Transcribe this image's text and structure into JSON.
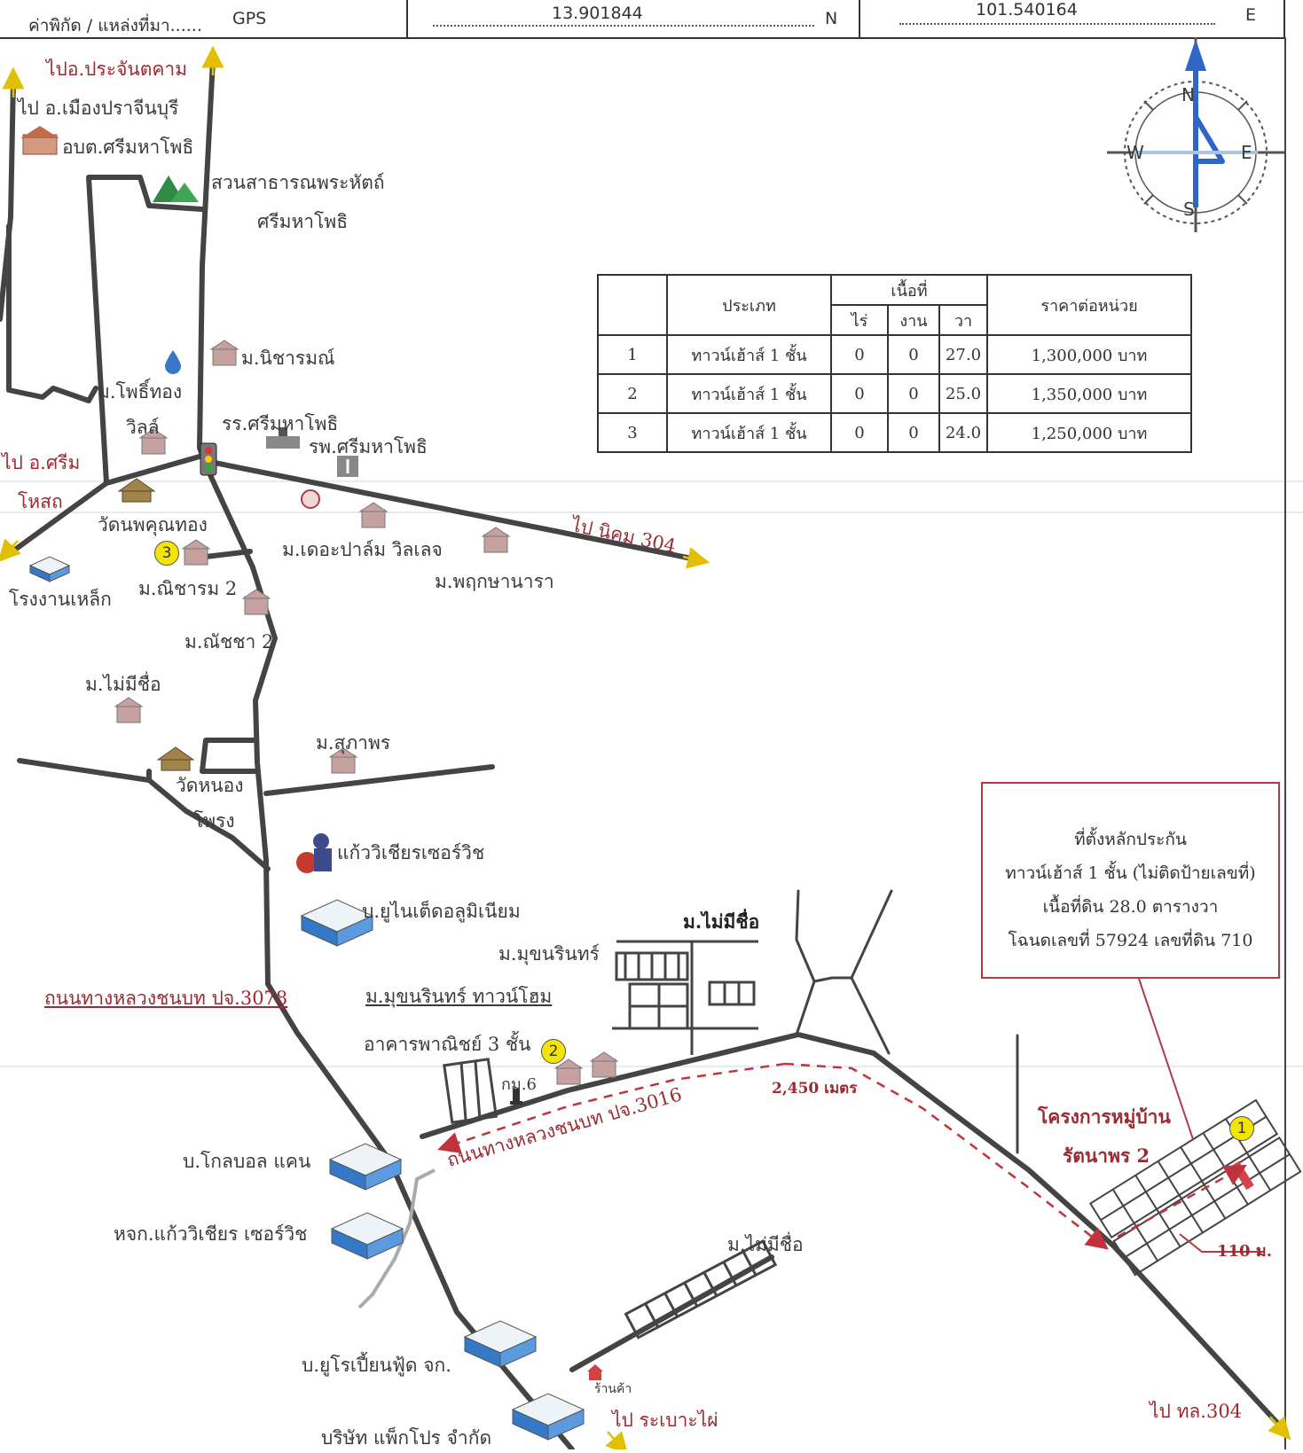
{
  "header": {
    "coord_label": "ค่าพิกัด / แหล่งที่มา......",
    "coord_source": "GPS",
    "lat": "13.901844",
    "lat_suffix": "N",
    "lon": "101.540164",
    "lon_suffix": "E"
  },
  "compass": {
    "n": "N",
    "s": "S",
    "e": "E",
    "w": "W"
  },
  "table": {
    "col_type": "ประเภท",
    "col_area": "เนื้อที่",
    "col_rai": "ไร่",
    "col_ngan": "งาน",
    "col_wa": "วา",
    "col_price": "ราคาต่อหน่วย",
    "rows": [
      {
        "no": "1",
        "type": "ทาวน์เฮ้าส์ 1 ชั้น",
        "rai": "0",
        "ngan": "0",
        "wa": "27.0",
        "price": "1,300,000 บาท"
      },
      {
        "no": "2",
        "type": "ทาวน์เฮ้าส์ 1 ชั้น",
        "rai": "0",
        "ngan": "0",
        "wa": "25.0",
        "price": "1,350,000 บาท"
      },
      {
        "no": "3",
        "type": "ทาวน์เฮ้าส์ 1 ชั้น",
        "rai": "0",
        "ngan": "0",
        "wa": "24.0",
        "price": "1,250,000 บาท"
      }
    ]
  },
  "collateral_box": {
    "line1": "ที่ตั้งหลักประกัน",
    "line2": "ทาวน์เฮ้าส์ 1 ชั้น (ไม่ติดป้ายเลขที่)",
    "line3": "เนื้อที่ดิน 28.0 ตารางวา",
    "line4": "โฉนดเลขที่ 57924 เลขที่ดิน 710"
  },
  "markers": {
    "m1": "1",
    "m2": "2",
    "m3": "3"
  },
  "distances": {
    "d1": "2,450 เมตร",
    "d2": "110 ม."
  },
  "labels": {
    "to_prachantakham": "ไปอ.ประจันตคาม",
    "to_mueang_prachin": "ไป อ.เมืองปราจีนบุรี",
    "obt": "อบต.ศรีมหาโพธิ",
    "park1": "สวนสาธารณพระหัตถ์",
    "park2": "ศรีมหาโพธิ",
    "nicharom": "ม.นิชารมณ์",
    "phothong": "ม.โพธิ์ทอง",
    "villa": "วิลล์",
    "school": "รร.ศรีมหาโพธิ",
    "hospital": "รพ.ศรีมหาโพธิ",
    "to_si_1": "ไป อ.ศรีม",
    "to_si_2": "โหสถ",
    "wat_khun": "วัดนพคุณทอง",
    "to_nikom": "ไป นิคม 304",
    "palm": "ม.เดอะปาล์ม วิลเลจ",
    "phruksa": "ม.พฤกษานารา",
    "steel": "โรงงานเหล็ก",
    "nicharom2": "ม.ณิชารม 2",
    "natcha2": "ม.ณัชชา 2",
    "mai_mi_1": "ม.ไม่มีชื่อ",
    "supaporn": "ม.สุภาพร",
    "wat_nong1": "วัดหนอง",
    "wat_nong2": "โพรง",
    "kaew_switch": "แก้ววิเชียรเซอร์วิช",
    "united_alu": "บ.ยูไนเต็ดอลูมิเนียม",
    "mai_mi_2": "ม.ไม่มีชื่อ",
    "mukarin": "ม.มุขนรินทร์",
    "road_3078": "ถนนทางหลวงชนบท ปจ.3078",
    "mukarin_th": "ม.มุขนรินทร์ ทาวน์โฮม",
    "commercial": "อาคารพาณิชย์ 3 ชั้น",
    "km6": "กม.6",
    "road_3016": "ถนนทางหลวงชนบท ปจ.3016",
    "project1": "โครงการหมู่บ้าน",
    "project2": "รัตนาพร 2",
    "global_can": "บ.โกลบอล แคน",
    "kaew_ltd": "หจก.แก้ววิเชียร เซอร์วิช",
    "mai_mi_3": "ม.ไม่มีชื่อ",
    "euro_food": "บ.ยูโรเปี้ยนฟู้ด จก.",
    "shop": "ร้านค้า",
    "to_rabob": "ไป ระเบาะไผ่",
    "pakpro": "บริษัท แพ็กโปร จำกัด",
    "to_304": "ไป ทล.304"
  }
}
